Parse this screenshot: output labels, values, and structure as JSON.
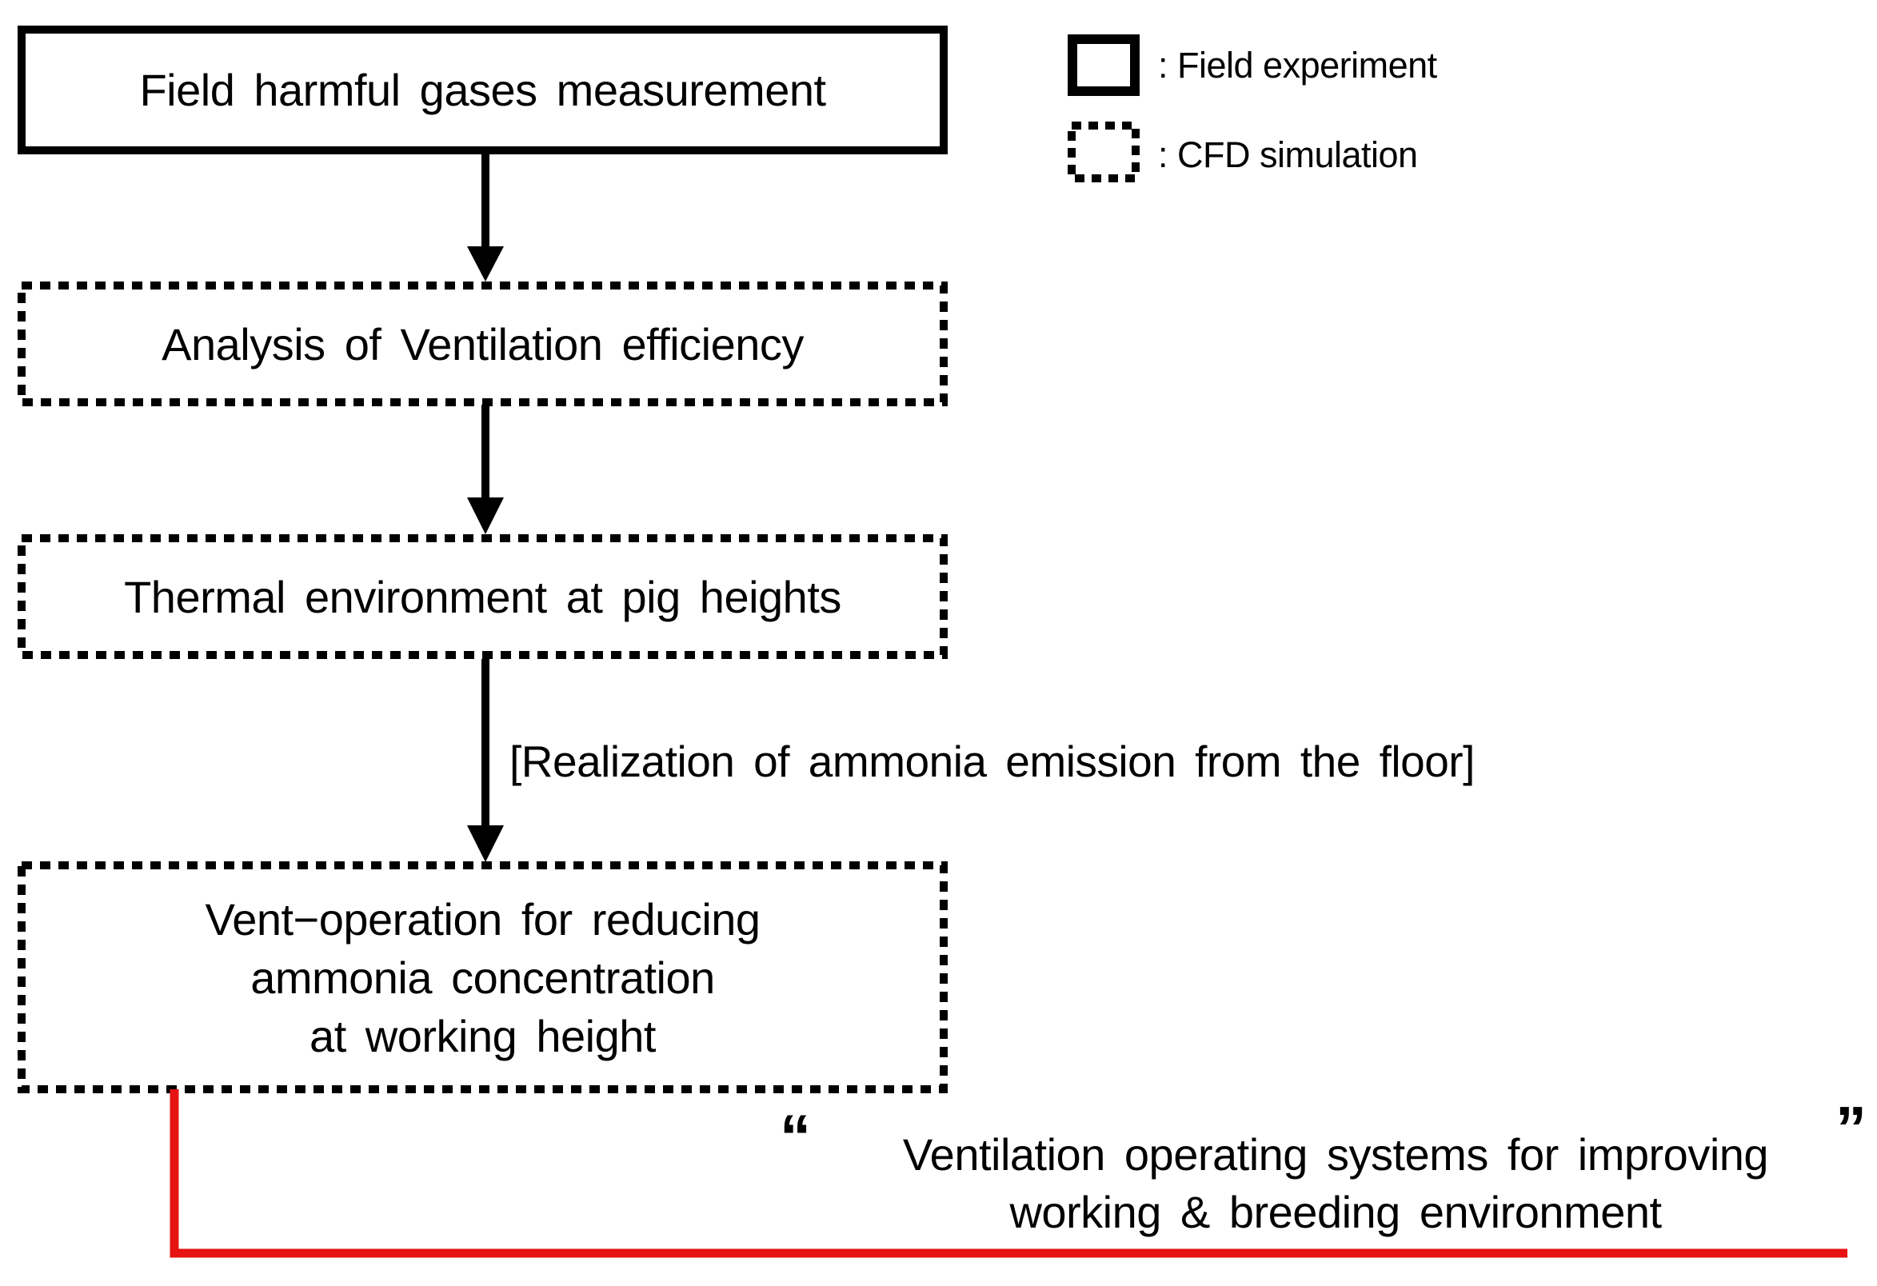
{
  "diagram": {
    "boxes": [
      {
        "id": "field-harmful-gases",
        "label": "Field harmful gases measurement",
        "style": "field-experiment"
      },
      {
        "id": "analysis-ventilation",
        "label": "Analysis of Ventilation efficiency",
        "style": "cfd-simulation"
      },
      {
        "id": "thermal-environment",
        "label": "Thermal environment at pig heights",
        "style": "cfd-simulation"
      },
      {
        "id": "vent-operation",
        "label": "Vent−operation for reducing\nammonia concentration\nat working height",
        "style": "cfd-simulation"
      }
    ],
    "arrow_annotation": "[Realization of ammonia emission from the floor]",
    "outcome": {
      "open_quote": "“",
      "close_quote": "”",
      "text": "Ventilation operating systems for improving\nworking & breeding environment"
    }
  },
  "legend": {
    "items": [
      {
        "symbol": "solid-box-icon",
        "label": ": Field experiment"
      },
      {
        "symbol": "dotted-box-icon",
        "label": ": CFD simulation"
      }
    ]
  },
  "colors": {
    "line": "#000000",
    "highlight": "#e61412",
    "background": "#ffffff",
    "text": "#000000"
  }
}
